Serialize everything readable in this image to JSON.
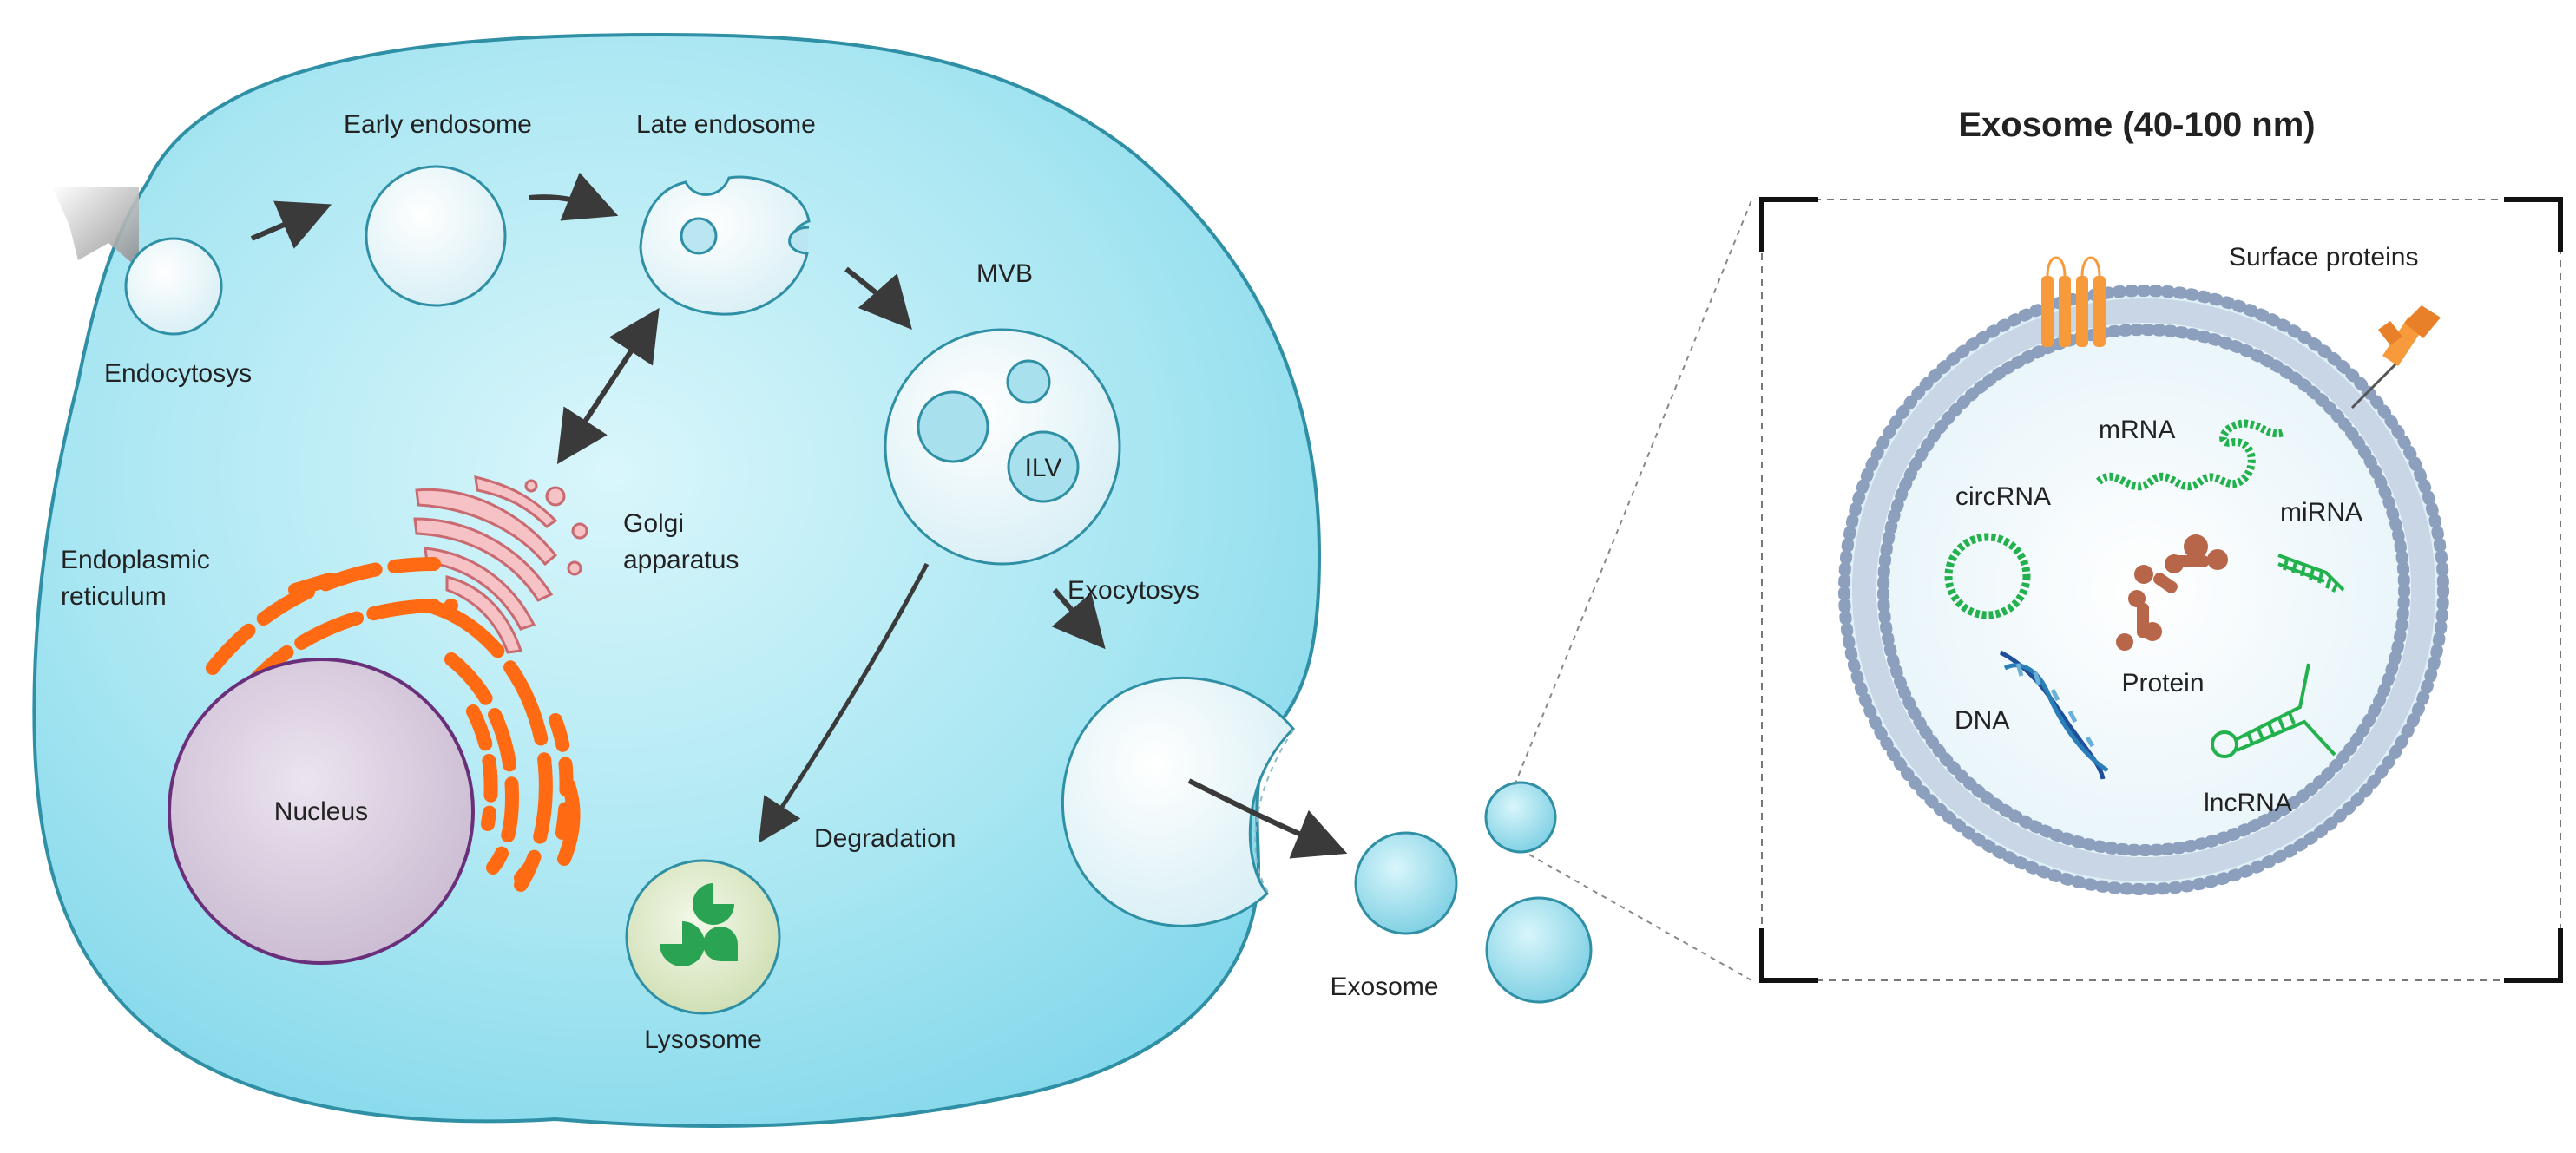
{
  "cell": {
    "endocytosis": "Endocytosys",
    "early_endosome": "Early endosome",
    "late_endosome": "Late endosome",
    "mvb": "MVB",
    "ilv": "ILV",
    "golgi_line1": "Golgi",
    "golgi_line2": "apparatus",
    "er_line1": "Endoplasmic",
    "er_line2": "reticulum",
    "nucleus": "Nucleus",
    "exocytosis": "Exocytosys",
    "degradation": "Degradation",
    "lysosome": "Lysosome",
    "exosome": "Exosome"
  },
  "exosome_detail": {
    "title": "Exosome (40-100 nm)",
    "surface_proteins": "Surface proteins",
    "mrna": "mRNA",
    "circrna": "circRNA",
    "mirna": "miRNA",
    "protein": "Protein",
    "dna": "DNA",
    "lncrna": "lncRNA"
  },
  "colors": {
    "cytoplasm": "#bfeef7",
    "membrane": "#2f8fa5",
    "vesicle": "#eef8fb",
    "er": "#ff6a13",
    "golgi": "#f4b8bc",
    "nucleus": "#dcd0e0",
    "lysosome": "#dde8c8",
    "rna_green": "#22b14c",
    "protein_brown": "#b8664a",
    "surface_orange": "#f79a3c",
    "dna_blue": "#1f4e9a",
    "arrow": "#3a3a3a"
  }
}
